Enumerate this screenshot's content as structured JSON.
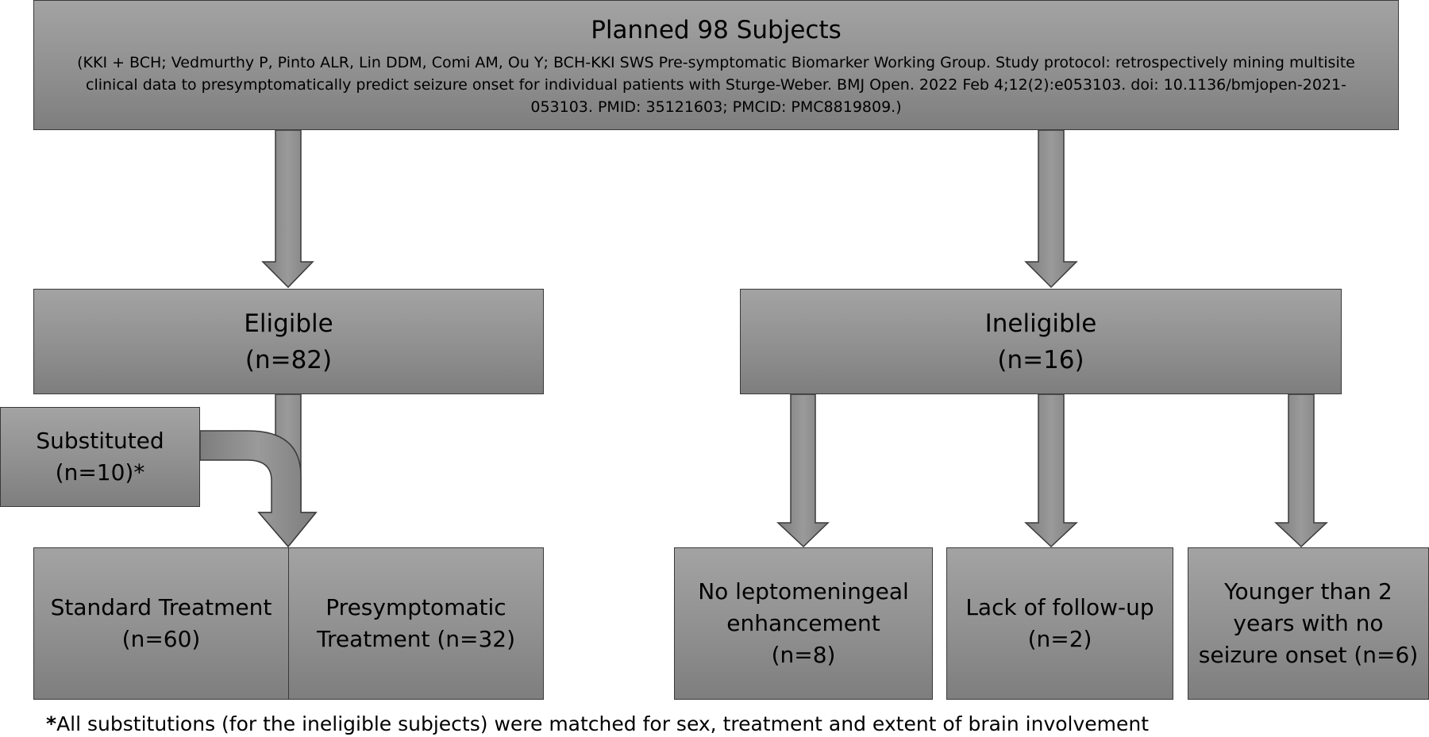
{
  "top": {
    "title": "Planned 98 Subjects",
    "citation": "(KKI + BCH; Vedmurthy P, Pinto ALR, Lin DDM, Comi AM, Ou Y; BCH-KKI SWS Pre-symptomatic Biomarker Working Group. Study protocol: retrospectively mining multisite clinical data to presymptomatically predict seizure onset for individual patients with Sturge-Weber. BMJ Open. 2022 Feb 4;12(2):e053103. doi: 10.1136/bmjopen-2021-053103. PMID: 35121603; PMCID: PMC8819809.)"
  },
  "eligible": {
    "label": "Eligible",
    "count": "(n=82)"
  },
  "ineligible": {
    "label": "Ineligible",
    "count": "(n=16)"
  },
  "substituted": {
    "label": "Substituted",
    "count": "(n=10)*"
  },
  "standard": {
    "label": "Standard Treatment",
    "count": "(n=60)"
  },
  "presymptomatic": {
    "label_line1": "Presymptomatic",
    "label_line2": "Treatment (n=32)"
  },
  "no_lepto": {
    "line1": "No leptomeningeal",
    "line2": "enhancement",
    "count": "(n=8)"
  },
  "followup": {
    "label": "Lack of follow-up",
    "count": "(n=2)"
  },
  "younger": {
    "line1": "Younger than 2",
    "line2": "years with no",
    "line3": "seizure onset (n=6)"
  },
  "footnote": {
    "marker": "*",
    "text": "All substitutions (for the ineligible subjects) were matched for sex, treatment and extent of brain involvement"
  },
  "colors": {
    "box_fill": "#8e8e8e",
    "box_border": "#3a3a3a",
    "arrow_fill": "#8a8a8a"
  }
}
